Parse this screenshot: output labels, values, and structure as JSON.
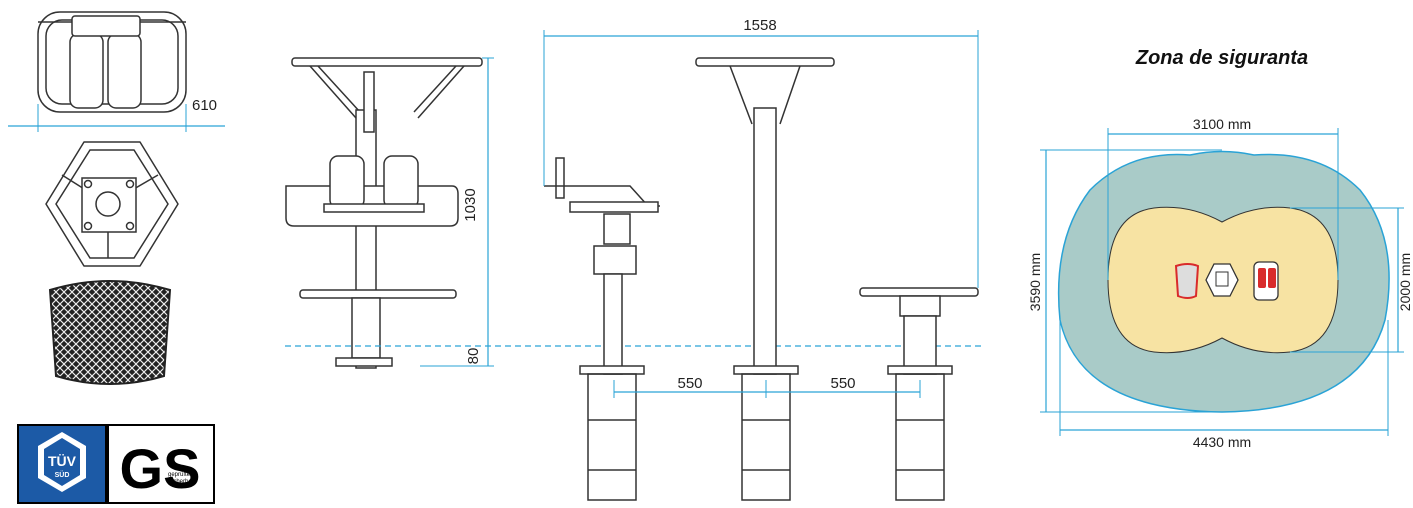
{
  "safety_zone": {
    "title": "Zona de siguranta",
    "dim_width_inner": "3100 mm",
    "dim_width_outer": "4430 mm",
    "dim_height_outer": "3590 mm",
    "dim_height_inner": "2000 mm",
    "colors": {
      "outer": "#a9cbc8",
      "inner": "#f7e3a3",
      "outline": "#2aa3d6"
    }
  },
  "dimensions": {
    "top_view_depth": "610",
    "front_height": "1030",
    "ground_depth": "80",
    "total_length": "1558",
    "spacing_left": "550",
    "spacing_right": "550"
  },
  "certification": {
    "tuv_top": "TÜV",
    "tuv_bottom": "SÜD",
    "gs_mark": "GS",
    "gs_caption_1": "geprüfte",
    "gs_caption_2": "Sicherheit"
  },
  "colors": {
    "dimension_line": "#2aa3d6",
    "drawing_line": "#333333",
    "seat": "#d92b2b"
  }
}
